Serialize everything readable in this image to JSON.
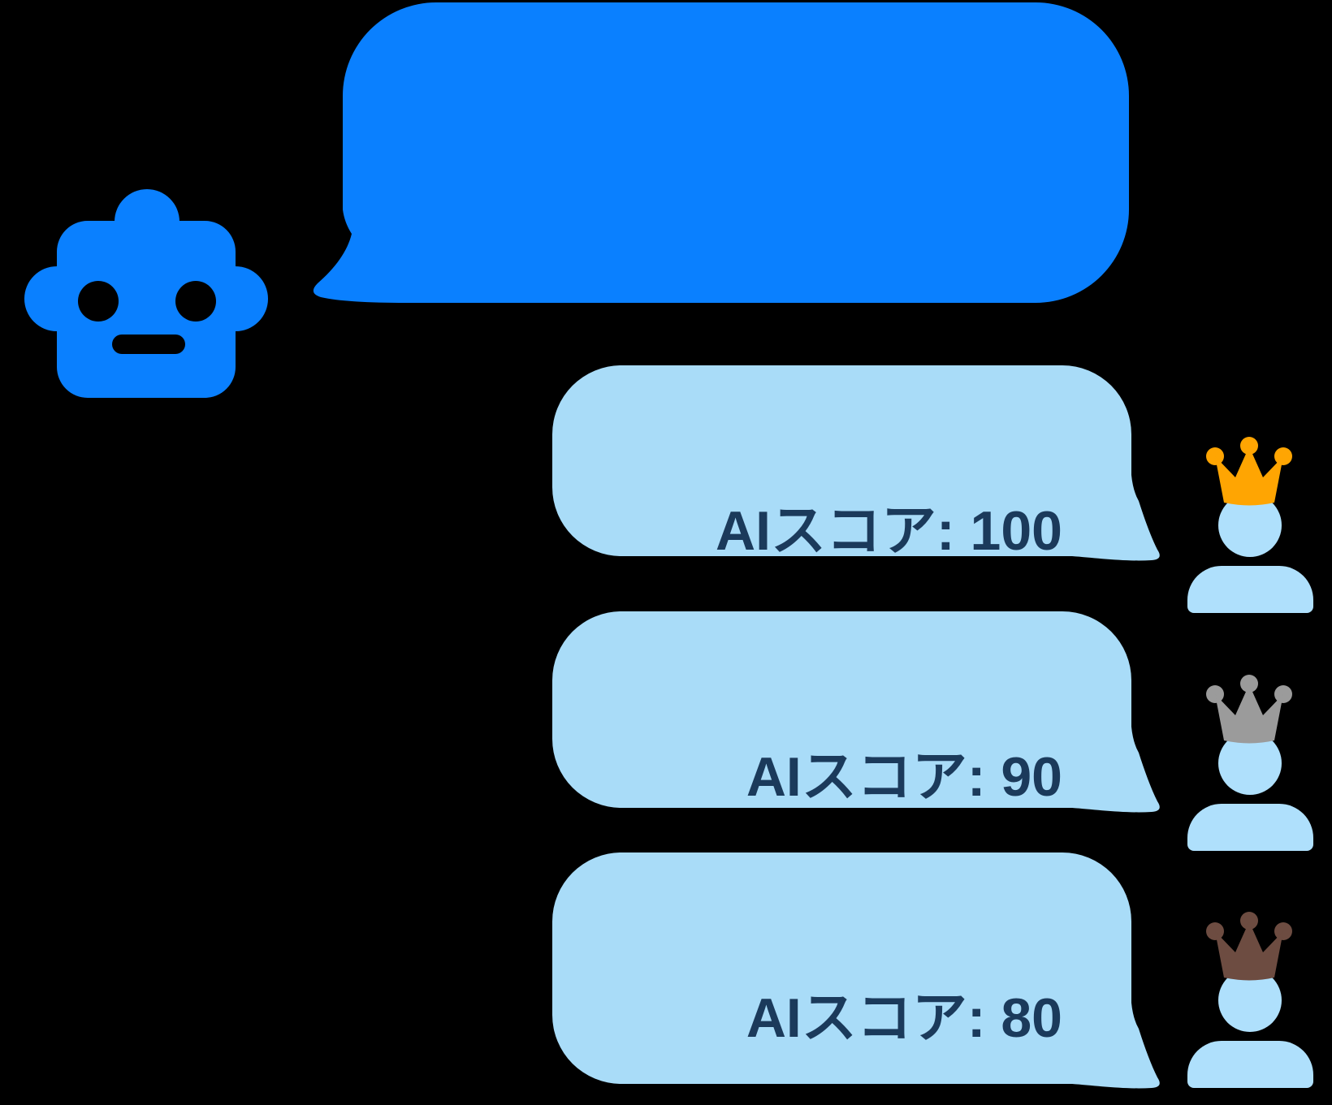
{
  "background": "#000000",
  "colors": {
    "background": "#000000",
    "robot_blue": "#0A80FF",
    "bubble_primary": "#0A80FF",
    "bubble_light": "#A9DCF8",
    "person_blue": "#AFE0FC",
    "text_dark": "#1B3A5B",
    "crown_gold": "#FFA502",
    "crown_silver": "#9B9B9B",
    "crown_bronze": "#6D4C41"
  },
  "bot": {
    "icon": "robot-face-icon",
    "bubble_text": ""
  },
  "replies": [
    {
      "label": "AIスコア: 100",
      "score": 100,
      "rank": "gold",
      "crown_color": "#FFA502"
    },
    {
      "label": "AIスコア: 90",
      "score": 90,
      "rank": "silver",
      "crown_color": "#9B9B9B"
    },
    {
      "label": "AIスコア: 80",
      "score": 80,
      "rank": "bronze",
      "crown_color": "#6D4C41"
    }
  ]
}
